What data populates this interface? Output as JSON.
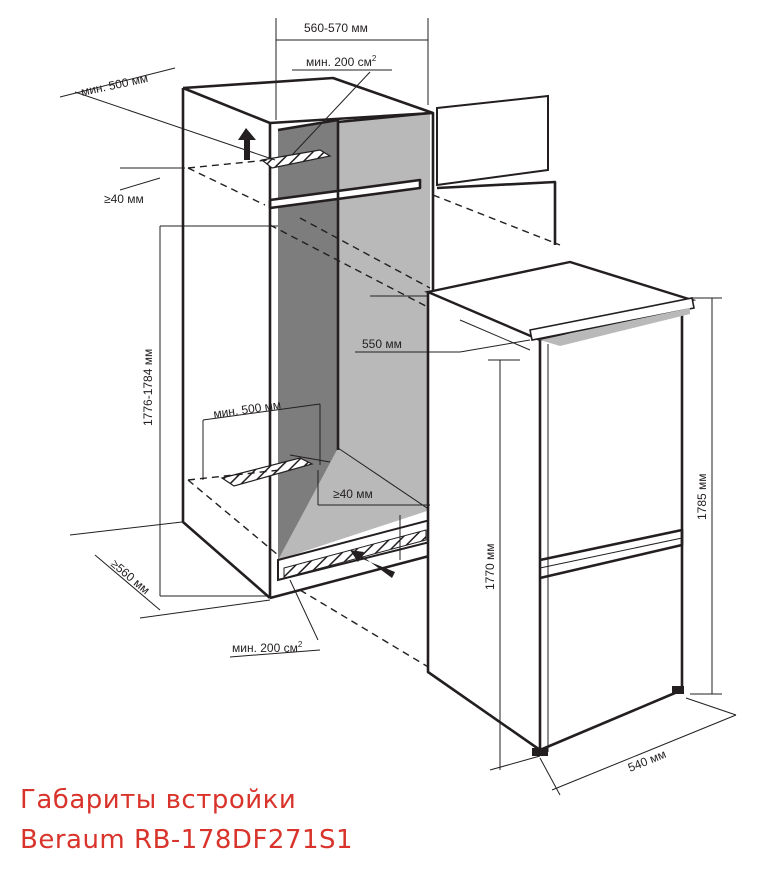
{
  "dimensions": {
    "niche_width": "560-570 мм",
    "top_vent_area": "мин. 200 см",
    "top_vent_exp": "2",
    "top_depth": "мин. 500 мм",
    "top_gap": "≥40 мм",
    "niche_height": "1776-1784 мм",
    "mid_depth": "мин. 500 мм",
    "bottom_gap": "≥40 мм",
    "niche_depth": "≥560 мм",
    "bottom_vent_area": "мин. 200 см",
    "bottom_vent_exp": "2",
    "fridge_depth_top": "550 мм",
    "fridge_height_inner": "1770 мм",
    "fridge_height_total": "1785 мм",
    "fridge_width": "540 мм"
  },
  "caption": {
    "line1": "Габариты встройки",
    "line2": "Beraum RB-178DF271S1"
  },
  "colors": {
    "caption": "#d9342b",
    "line": "#231f20",
    "shade": "#b9b9b9",
    "dark_shade": "#7d7d7d"
  }
}
